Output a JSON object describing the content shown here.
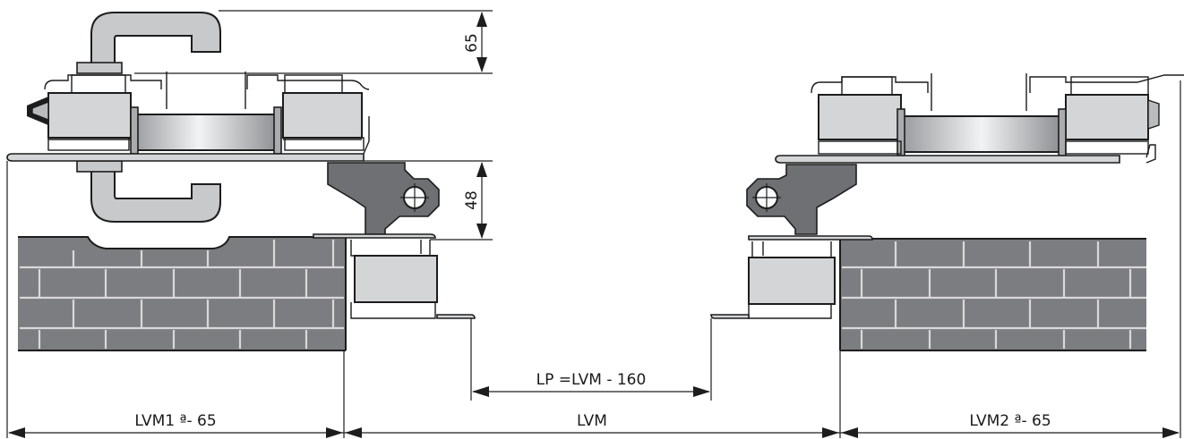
{
  "drawing": {
    "dims": {
      "handle_height": "65",
      "hinge_height": "48",
      "clear_passage": "LP =LVM - 160",
      "left_leaf": "LVM1 ª- 65",
      "wall_opening": "LVM",
      "right_leaf": "LVM2 ª- 65"
    },
    "colors": {
      "brick": "#7b7d80",
      "mortar": "#d9d9d9",
      "profile": "#d3d5d7",
      "glass": "#c8cacc",
      "hinge": "#6e7073",
      "handle": "#c8c9cb"
    }
  }
}
